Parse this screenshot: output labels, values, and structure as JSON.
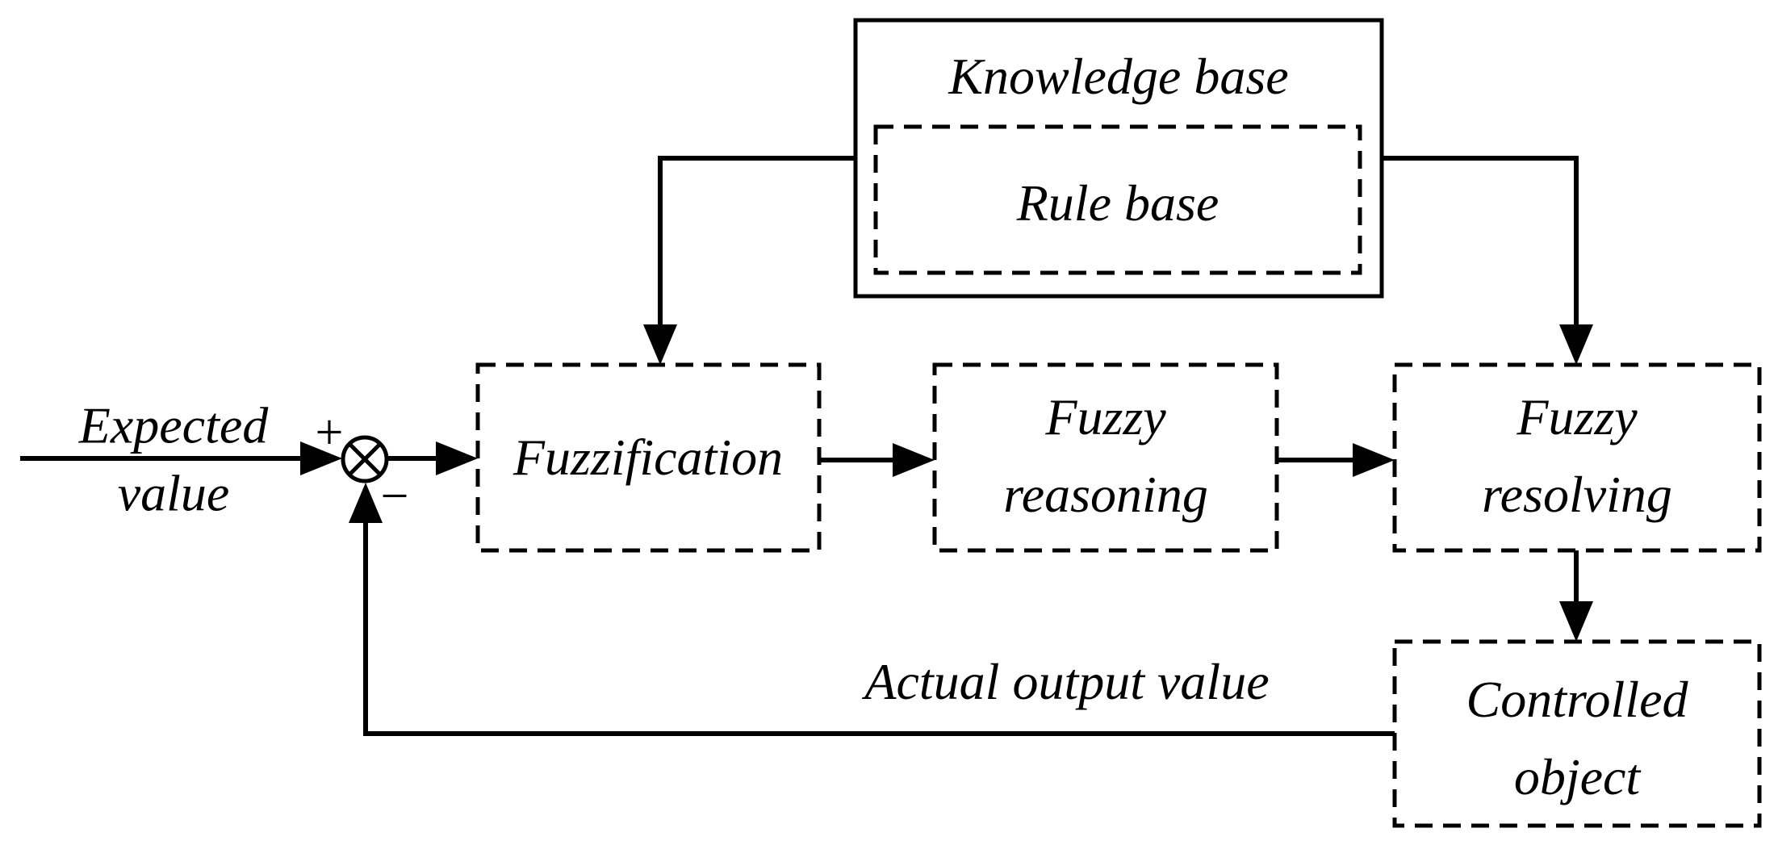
{
  "diagram": {
    "background_color": "#ffffff",
    "line_color": "#000000"
  },
  "boxes": {
    "knowledge_base": "Knowledge base",
    "rule_base": "Rule base",
    "fuzzification": "Fuzzification",
    "fuzzy_reasoning": "Fuzzy\nreasoning",
    "fuzzy_resolving": "Fuzzy\nresolving",
    "controlled_object": "Controlled\nobject"
  },
  "labels": {
    "expected_value": "Expected\nvalue",
    "actual_output_value": "Actual output value",
    "plus": "+",
    "minus": "−"
  }
}
